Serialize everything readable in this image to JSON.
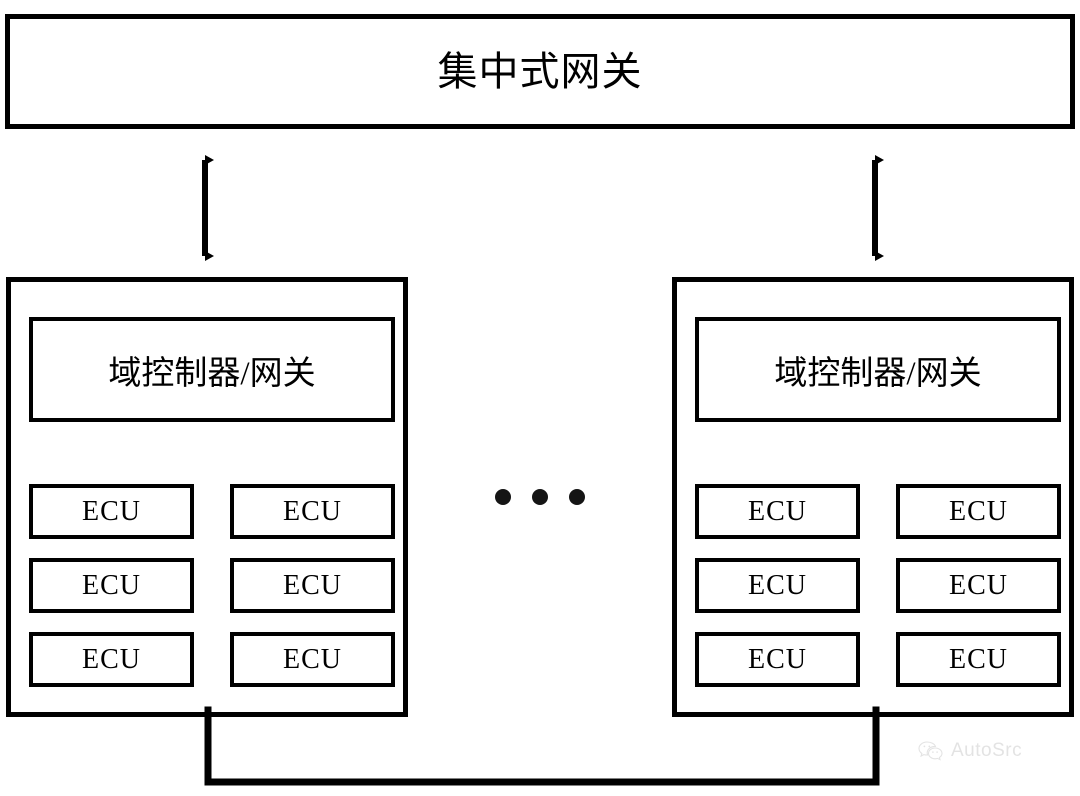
{
  "diagram": {
    "title": "集中式网关",
    "gateway": {
      "label": "集中式网关"
    },
    "domain_groups": [
      {
        "id": "left",
        "controller_label": "域控制器/网关",
        "ecus": [
          {
            "label": "ECU"
          },
          {
            "label": "ECU"
          },
          {
            "label": "ECU"
          },
          {
            "label": "ECU"
          },
          {
            "label": "ECU"
          },
          {
            "label": "ECU"
          }
        ]
      },
      {
        "id": "right",
        "controller_label": "域控制器/网关",
        "ecus": [
          {
            "label": "ECU"
          },
          {
            "label": "ECU"
          },
          {
            "label": "ECU"
          },
          {
            "label": "ECU"
          },
          {
            "label": "ECU"
          },
          {
            "label": "ECU"
          }
        ]
      }
    ],
    "ellipsis": {
      "text": "...",
      "dot_count": 3
    },
    "connectors": [
      {
        "name": "gateway-to-left-domain",
        "type": "double-arrow",
        "orientation": "vertical"
      },
      {
        "name": "gateway-to-right-domain",
        "type": "double-arrow",
        "orientation": "vertical"
      },
      {
        "name": "domain-bus",
        "type": "bus-line",
        "orientation": "u-shape"
      }
    ],
    "colors": {
      "stroke": "#000000",
      "background": "#ffffff",
      "dot": "#151515",
      "watermark": "#c9c9c9"
    }
  },
  "watermark": {
    "icon": "wechat-icon",
    "text": "AutoSrc"
  }
}
